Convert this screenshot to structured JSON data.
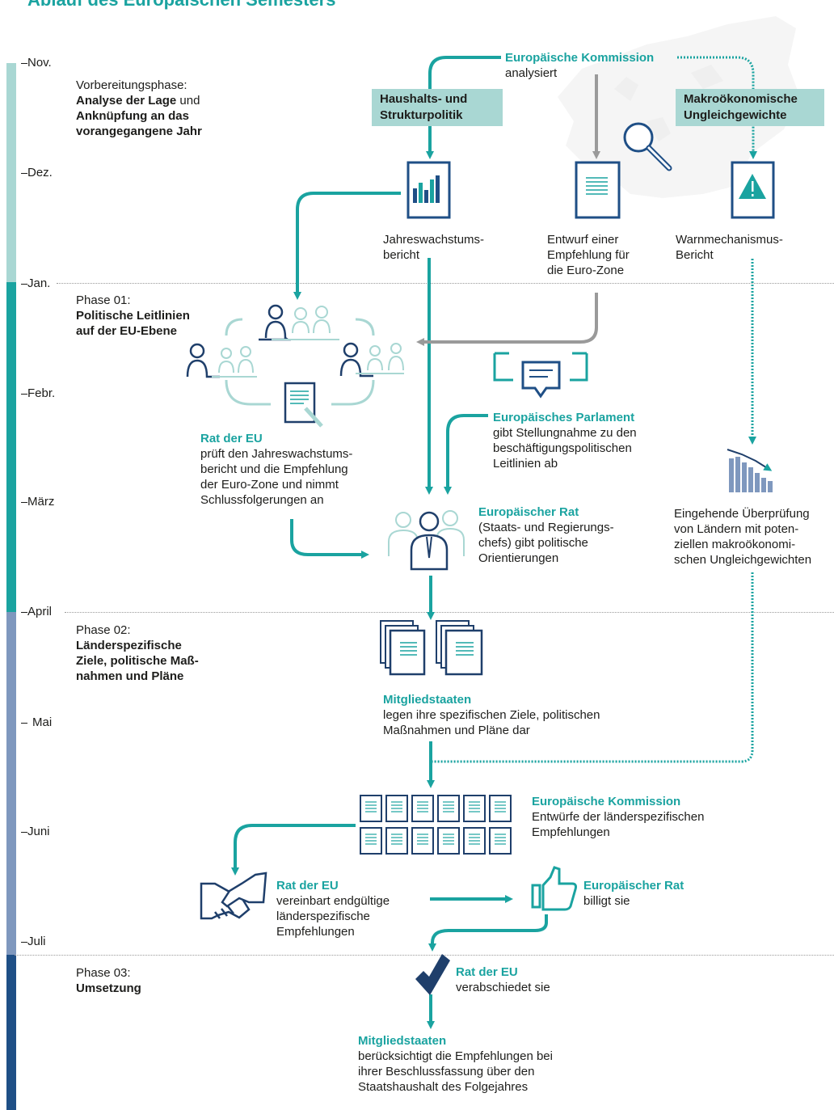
{
  "header": {
    "title": "Ablauf des Europäischen Semesters"
  },
  "timeline": {
    "months": [
      "Nov.",
      "Dez.",
      "Jan.",
      "Febr.",
      "März",
      "April",
      "Mai",
      "Juni",
      "Juli"
    ],
    "phase_colors": {
      "prep": "#a9d7d3",
      "phase01": "#1aa3a0",
      "phase02": "#7f98be",
      "phase03": "#1f4f86"
    }
  },
  "phases": {
    "prep": {
      "line1": "Vorbereitungsphase:",
      "bold": "Analyse der Lage",
      "rest1": " und",
      "line3": "Anknüpfung an das",
      "line4": "vorangegangene Jahr"
    },
    "phase01": {
      "line1": "Phase 01:",
      "bold1": "Politische Leitlinien",
      "bold2": "auf der EU-Ebene"
    },
    "phase02": {
      "line1": "Phase 02:",
      "bold1": "Länderspezifische",
      "bold2": "Ziele, politische Maß-",
      "bold3": "nahmen und Pläne"
    },
    "phase03": {
      "line1": "Phase 03:",
      "bold1": "Umsetzung"
    }
  },
  "commission_top": {
    "title": "Europäische Kommission",
    "text": "analysiert"
  },
  "boxes": {
    "budget_l1": "Haushalts- und",
    "budget_l2": "Strukturpolitik",
    "macro_l1": "Makroökonomische",
    "macro_l2": "Ungleichgewichte"
  },
  "docs": {
    "growth_l1": "Jahreswachstums-",
    "growth_l2": "bericht",
    "draft_l1": "Entwurf einer",
    "draft_l2": "Empfehlung für",
    "draft_l3": "die Euro-Zone",
    "warn_l1": "Warnmechanismus-",
    "warn_l2": "Bericht"
  },
  "council_eu_1": {
    "title": "Rat der EU",
    "l1": "prüft den Jahreswachstums-",
    "l2": "bericht und die Empfehlung",
    "l3": "der Euro-Zone und nimmt",
    "l4": "Schlussfolgerungen an"
  },
  "parliament": {
    "title": "Europäisches Parlament",
    "l1": "gibt Stellungnahme zu den",
    "l2": "beschäftigungspolitischen",
    "l3": "Leitlinien ab"
  },
  "european_council_1": {
    "title": "Europäischer Rat",
    "l1": "(Staats- und Regierungs-",
    "l2": "chefs) gibt politische",
    "l3": "Orientierungen"
  },
  "in_depth": {
    "l1": "Eingehende Überprüfung",
    "l2": "von Ländern mit poten-",
    "l3": "ziellen makroökonomi-",
    "l4": "schen Ungleichgewichten"
  },
  "member_states_1": {
    "title": "Mitgliedstaaten",
    "l1": "legen ihre spezifischen Ziele, politischen",
    "l2": "Maßnahmen und Pläne dar"
  },
  "commission_2": {
    "title": "Europäische Kommission",
    "l1": "Entwürfe der länderspezifischen",
    "l2": "Empfehlungen"
  },
  "council_eu_2": {
    "title": "Rat der EU",
    "l1": "vereinbart endgültige",
    "l2": "länderspezifische",
    "l3": "Empfehlungen"
  },
  "european_council_2": {
    "title": "Europäischer Rat",
    "l1": "billigt sie"
  },
  "council_eu_3": {
    "title": "Rat der EU",
    "l1": "verabschiedet sie"
  },
  "member_states_2": {
    "title": "Mitgliedstaaten",
    "l1": "berücksichtigt die Empfehlungen bei",
    "l2": "ihrer Beschlussfassung über den",
    "l3": "Staatshaushalt des Folgejahres"
  },
  "icons": [
    "bar-chart-document-icon",
    "document-icon",
    "warning-document-icon",
    "magnifier-icon",
    "meeting-icon",
    "speech-bubble-icon",
    "leaders-icon",
    "document-stack-icon",
    "declining-chart-icon",
    "handshake-icon",
    "thumbs-up-icon",
    "checkmark-icon",
    "europe-map-icon"
  ]
}
